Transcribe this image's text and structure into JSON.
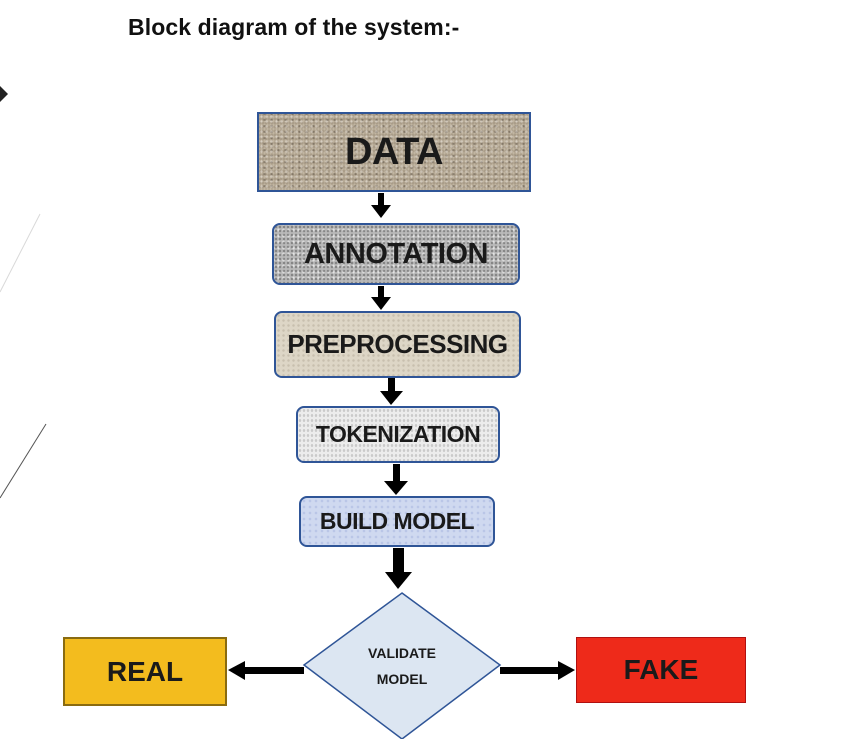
{
  "heading": "Block diagram of the system:-",
  "nodes": {
    "data": "DATA",
    "annotation": "ANNOTATION",
    "preprocessing": "PREPROCESSING",
    "tokenization": "TOKENIZATION",
    "build_model": "BUILD MODEL",
    "validate_line1": "VALIDATE",
    "validate_line2": "MODEL",
    "real": "REAL",
    "fake": "FAKE"
  },
  "colors": {
    "border_blue": "#2f5597",
    "real_fill": "#f3bc1e",
    "fake_fill": "#ee2a1a",
    "validate_fill": "#dce6f2",
    "arrow": "#000000"
  },
  "icons": {
    "slide_pointer": "triangle-right-icon"
  }
}
